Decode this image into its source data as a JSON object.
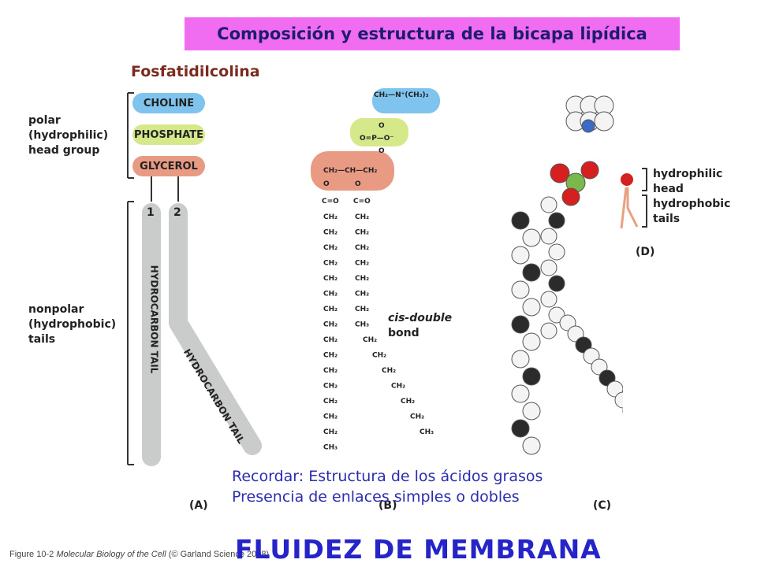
{
  "title": "Composición y estructura de la bicapa lipídica",
  "subtitle": "Fosfatidilcolina",
  "panel_a": {
    "head_label": "polar\n(hydrophilic)\nhead group",
    "tail_label": "nonpolar\n(hydrophobic)\ntails",
    "head_groups": [
      "CHOLINE",
      "PHOSPHATE",
      "GLYCEROL"
    ],
    "tail_numbers": [
      "1",
      "2"
    ],
    "tail_text": "HYDROCARBON TAIL",
    "letter": "(A)"
  },
  "panel_b": {
    "choline": "CH₂—N⁺(CH₃)₃",
    "glycerol": "CH₂—CH—CH₂",
    "cis_label": "cis-double",
    "bond_label": "bond",
    "letter": "(B)"
  },
  "panel_c": {
    "letter": "(C)"
  },
  "panel_d": {
    "label_head": "hydrophilic\nhead",
    "label_tails": "hydrophobic\ntails",
    "letter": "(D)"
  },
  "notes": [
    "Recordar: Estructura de los ácidos grasos",
    "Presencia de enlaces simples o dobles"
  ],
  "footer": {
    "prefix": "Figure 10-2",
    "book": "Molecular Biology of the Cell",
    "suffix": "(© Garland Science 2008)"
  },
  "fluidez": "FLUIDEZ DE MEMBRANA",
  "colors": {
    "banner": "#f06cf0",
    "choline": "#7ec4ee",
    "phosphate": "#d6e98a",
    "glycerol": "#e99a82",
    "tail": "#c9ccca",
    "note": "#2c2cb0",
    "fluidez": "#2424c8"
  }
}
